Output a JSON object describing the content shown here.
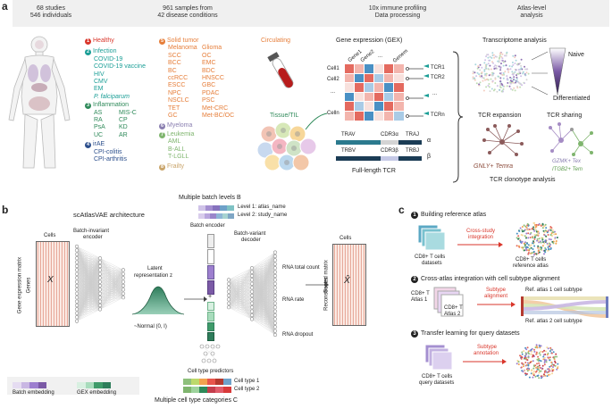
{
  "panel_a": {
    "letter": "a",
    "headers": {
      "studies": "68 studies",
      "individuals": "546 individuals",
      "samples": "961 samples from",
      "conditions": "42 disease conditions",
      "profiling": "10x immune profiling",
      "processing": "Data processing",
      "atlas1": "Atlas-level",
      "atlas2": "analysis"
    },
    "categories": {
      "healthy": {
        "num": "1",
        "label": "Healthy"
      },
      "infection": {
        "num": "2",
        "label": "Infection",
        "items": [
          "COVID-19",
          "COVID-19 vaccine",
          "HIV",
          "CMV",
          "EM",
          "P. falciparum"
        ]
      },
      "inflammation": {
        "num": "3",
        "label": "Inflammation",
        "items_left": [
          "AS",
          "RA",
          "PsA",
          "UC"
        ],
        "items_right": [
          "MIS-C",
          "CP",
          "KD",
          "AR"
        ]
      },
      "irae": {
        "num": "4",
        "label": "irAE",
        "items": [
          "CPI-colitis",
          "CPI-arthritis"
        ]
      },
      "solid_tumor": {
        "num": "5",
        "label": "Solid tumor",
        "items_left": [
          "Melanoma",
          "SCC",
          "BCC",
          "BC",
          "ccRCC",
          "ESCC",
          "NPC",
          "NSCLC",
          "TET",
          "GC"
        ],
        "items_right": [
          "Glioma",
          "OC",
          "EMC",
          "BDC",
          "HNSCC",
          "GBC",
          "PDAC",
          "PSC",
          "Met-CRC",
          "Met-BC/OC"
        ]
      },
      "myeloma": {
        "num": "6",
        "label": "Myeloma"
      },
      "leukemia": {
        "num": "7",
        "label": "Leukemia",
        "items": [
          "AML",
          "B-ALL",
          "T-LGLL"
        ]
      },
      "frailty": {
        "num": "8",
        "label": "Frailty"
      }
    },
    "circulating": "Circulating",
    "tissue": "Tissue/TIL",
    "gex_title": "Gene expression (GEX)",
    "genes": [
      "Gene1",
      "Gene2",
      "...",
      "Genem"
    ],
    "cells": [
      "Cell1",
      "Cell2",
      "...",
      "Celln"
    ],
    "tcrs": [
      "TCR1",
      "TCR2",
      "...",
      "TCRn"
    ],
    "chains": {
      "alpha_segments": [
        "TRAV",
        "CDR3α",
        "TRAJ"
      ],
      "beta_segments": [
        "TRBV",
        "CDR3β",
        "TRBJ"
      ],
      "alpha": "α",
      "beta": "β"
    },
    "full_length_tcr": "Full-length TCR",
    "transcriptome": "Transcriptome analysis",
    "naive": "Naive",
    "differentiated": "Differentiated",
    "tcr_expansion": "TCR expansion",
    "tcr_sharing": "TCR sharing",
    "gnly": "GNLY+ Temra",
    "gzmk": "GZMK+ Tex",
    "itgb2": "ITGB2+ Tem",
    "clonotype": "TCR clonotype analysis",
    "colors": {
      "healthy": "#d9362b",
      "infection": "#1a9e96",
      "inflammation": "#2f8a5a",
      "irae": "#2c4f8c",
      "solid": "#e67e3a",
      "myeloma": "#8a7fb0",
      "leukemia": "#7fb56e",
      "frailty": "#c9a46a"
    }
  },
  "panel_b": {
    "letter": "b",
    "title": "scAtlasVAE architecture",
    "batch_levels": "Multiple batch levels B",
    "level1": "Level 1: atlas_name",
    "level2": "Level 2: study_name",
    "batch_encoder": "Batch encoder",
    "batch_invariant": "Batch-invariant",
    "encoder": "encoder",
    "batch_variant": "Batch-variant",
    "decoder": "decoder",
    "cells": "Cells",
    "genes": "Genes",
    "x": "X",
    "x_hat": "X̂",
    "gem": "Gene expression matrix",
    "reconstructed": "Reconstructed matrix",
    "latent1": "Latent",
    "latent2": "representation z",
    "normal": "~Normal (0, I)",
    "rna_total": "RNA total count",
    "rna_rate": "RNA rate",
    "rna_dropout": "RNA dropout",
    "cell_type_predictors": "Cell type predictors",
    "cell_type1": "Cell type 1",
    "cell_type2": "Cell type 2",
    "multiple_categories": "Multiple cell type categories C",
    "batch_embedding": "Batch embedding",
    "gex_embedding": "GEX embedding",
    "plus": "+"
  },
  "panel_c": {
    "letter": "c",
    "step1": {
      "num": "1",
      "title": "Building reference atlas",
      "left": "CD8+ T cells",
      "left2": "datasets",
      "arrow": "Cross-study",
      "arrow2": "integration",
      "right": "CD8+ T cells",
      "right2": "reference atlas"
    },
    "step2": {
      "num": "2",
      "title": "Cross-atlas integration with cell subtype alignment",
      "cd8": "CD8+ T",
      "atlas1": "Atlas 1",
      "cd8b": "CD8+ T",
      "atlas2": "Atlas 2",
      "arrow": "Subtype",
      "arrow2": "alignment",
      "ref1": "Ref. atlas 1 cell subtype",
      "ref2": "Ref. atlas 2 cell subtype"
    },
    "step3": {
      "num": "3",
      "title": "Transfer learning for query datasets",
      "left": "CD8+ T cells",
      "left2": "query datasets",
      "arrow": "Subtype",
      "arrow2": "annotation"
    }
  }
}
